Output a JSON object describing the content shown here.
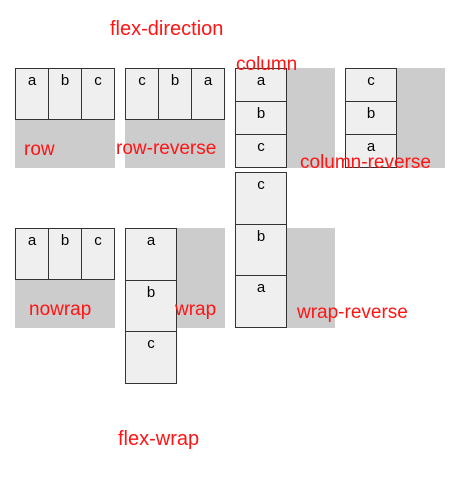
{
  "titles": {
    "flex_direction": "flex-direction",
    "flex_wrap": "flex-wrap"
  },
  "labels": {
    "row": "row",
    "row_reverse": "row-reverse",
    "column": "column",
    "column_reverse": "column-reverse",
    "nowrap": "nowrap",
    "wrap": "wrap",
    "wrap_reverse": "wrap-reverse"
  },
  "examples": {
    "row": [
      "a",
      "b",
      "c"
    ],
    "row_reverse": [
      "c",
      "b",
      "a"
    ],
    "column": [
      "a",
      "b",
      "c"
    ],
    "column_reverse": [
      "c",
      "b",
      "a"
    ],
    "nowrap": [
      "a",
      "b",
      "c"
    ],
    "wrap": [
      "a",
      "b",
      "c"
    ],
    "wrap_reverse": [
      "c",
      "b",
      "a"
    ]
  },
  "colors": {
    "label": "#ff1414",
    "container": "#cccccc",
    "box": "#efefef",
    "border": "#333333"
  }
}
